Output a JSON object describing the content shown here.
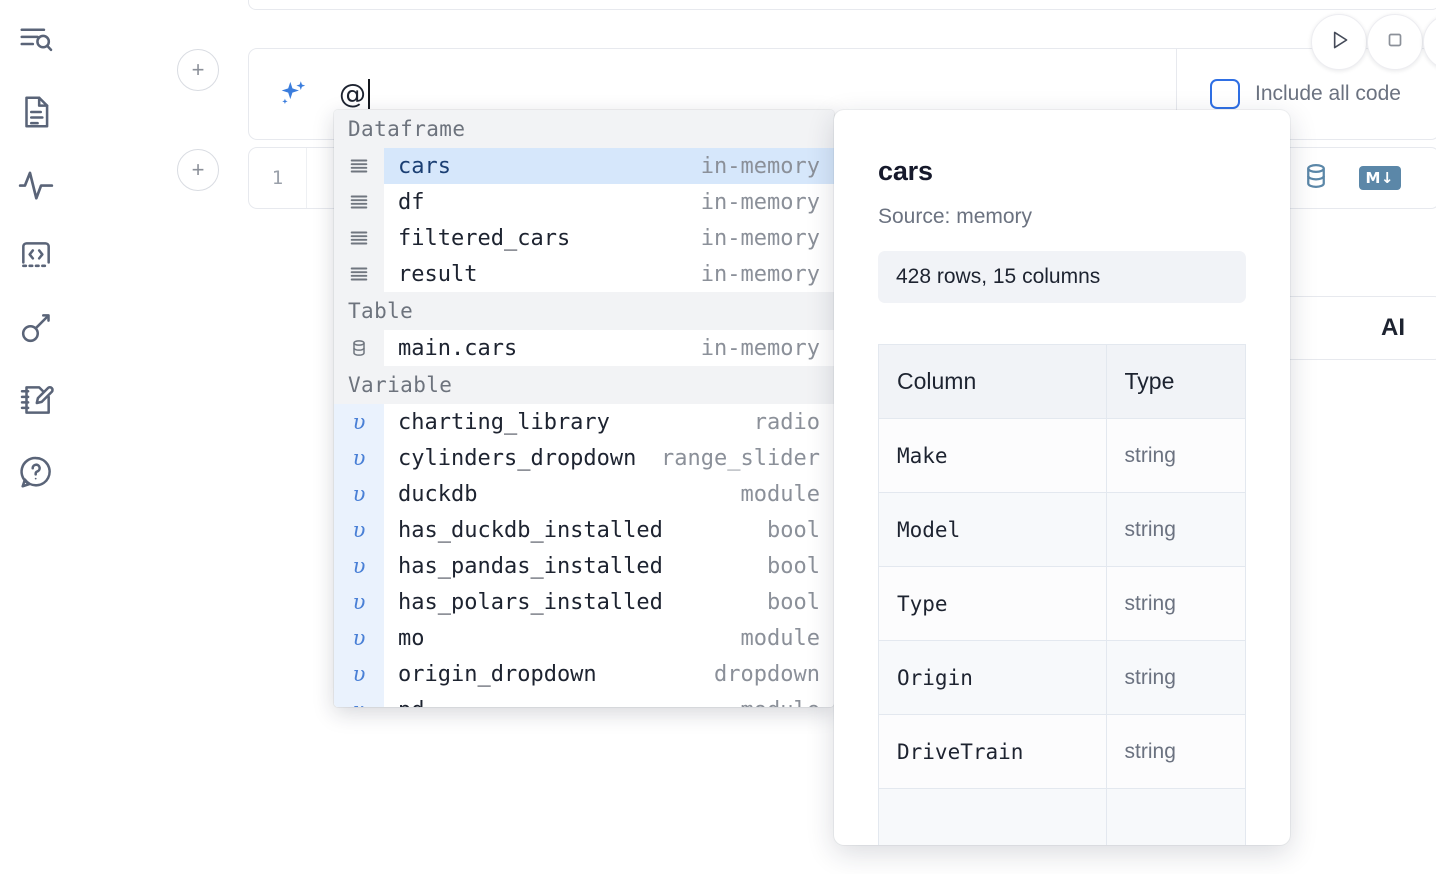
{
  "sidebar": {
    "items": [
      {
        "icon": "search-outline-icon",
        "label": "Explore"
      },
      {
        "icon": "document-icon",
        "label": "Files"
      },
      {
        "icon": "activity-pulse-icon",
        "label": "Variables"
      },
      {
        "icon": "code-brackets-icon",
        "label": "Snippets"
      },
      {
        "icon": "key-icon",
        "label": "Secrets"
      },
      {
        "icon": "notebook-pencil-icon",
        "label": "Scratchpad"
      },
      {
        "icon": "help-chat-icon",
        "label": "Help"
      }
    ]
  },
  "toolbar": {
    "run_icon": "play-triangle-icon",
    "stop_icon": "stop-square-icon",
    "more_icon": "more-circle-icon"
  },
  "ai_cell": {
    "sparkle_icon": "sparkles-icon",
    "input_value": "@",
    "placeholder": "",
    "include_all_code_label": "Include all code",
    "include_all_code_checked": false,
    "checkbox_accent": "#2f6fe4"
  },
  "code_cell": {
    "line_number": "1",
    "actions": [
      {
        "icon": "database-icon",
        "label": "SQL cell"
      },
      {
        "icon": "markdown-icon",
        "label": "M↓"
      }
    ],
    "action_color": "#5b87a8"
  },
  "ai_chip": {
    "label": "AI"
  },
  "autocomplete": {
    "groups": [
      {
        "title": "Dataframe",
        "items": [
          {
            "icon": "dataframe-icon",
            "name": "cars",
            "meta": "in-memory",
            "selected": true
          },
          {
            "icon": "dataframe-icon",
            "name": "df",
            "meta": "in-memory",
            "selected": false
          },
          {
            "icon": "dataframe-icon",
            "name": "filtered_cars",
            "meta": "in-memory",
            "selected": false
          },
          {
            "icon": "dataframe-icon",
            "name": "result",
            "meta": "in-memory",
            "selected": false
          }
        ]
      },
      {
        "title": "Table",
        "items": [
          {
            "icon": "table-db-icon",
            "name": "main.cars",
            "meta": "in-memory",
            "selected": false
          }
        ]
      },
      {
        "title": "Variable",
        "items": [
          {
            "icon": "variable-icon",
            "name": "charting_library",
            "meta": "radio",
            "selected": false
          },
          {
            "icon": "variable-icon",
            "name": "cylinders_dropdown",
            "meta": "range_slider",
            "selected": false
          },
          {
            "icon": "variable-icon",
            "name": "duckdb",
            "meta": "module",
            "selected": false
          },
          {
            "icon": "variable-icon",
            "name": "has_duckdb_installed",
            "meta": "bool",
            "selected": false
          },
          {
            "icon": "variable-icon",
            "name": "has_pandas_installed",
            "meta": "bool",
            "selected": false
          },
          {
            "icon": "variable-icon",
            "name": "has_polars_installed",
            "meta": "bool",
            "selected": false
          },
          {
            "icon": "variable-icon",
            "name": "mo",
            "meta": "module",
            "selected": false
          },
          {
            "icon": "variable-icon",
            "name": "origin_dropdown",
            "meta": "dropdown",
            "selected": false
          },
          {
            "icon": "variable-icon",
            "name": "pd",
            "meta": "module",
            "selected": false
          }
        ]
      }
    ]
  },
  "detail_panel": {
    "title": "cars",
    "source": "Source: memory",
    "shape": "428 rows, 15 columns",
    "table": {
      "headers": [
        "Column",
        "Type"
      ],
      "rows": [
        [
          "Make",
          "string"
        ],
        [
          "Model",
          "string"
        ],
        [
          "Type",
          "string"
        ],
        [
          "Origin",
          "string"
        ],
        [
          "DriveTrain",
          "string"
        ],
        [
          "",
          ""
        ]
      ]
    }
  }
}
